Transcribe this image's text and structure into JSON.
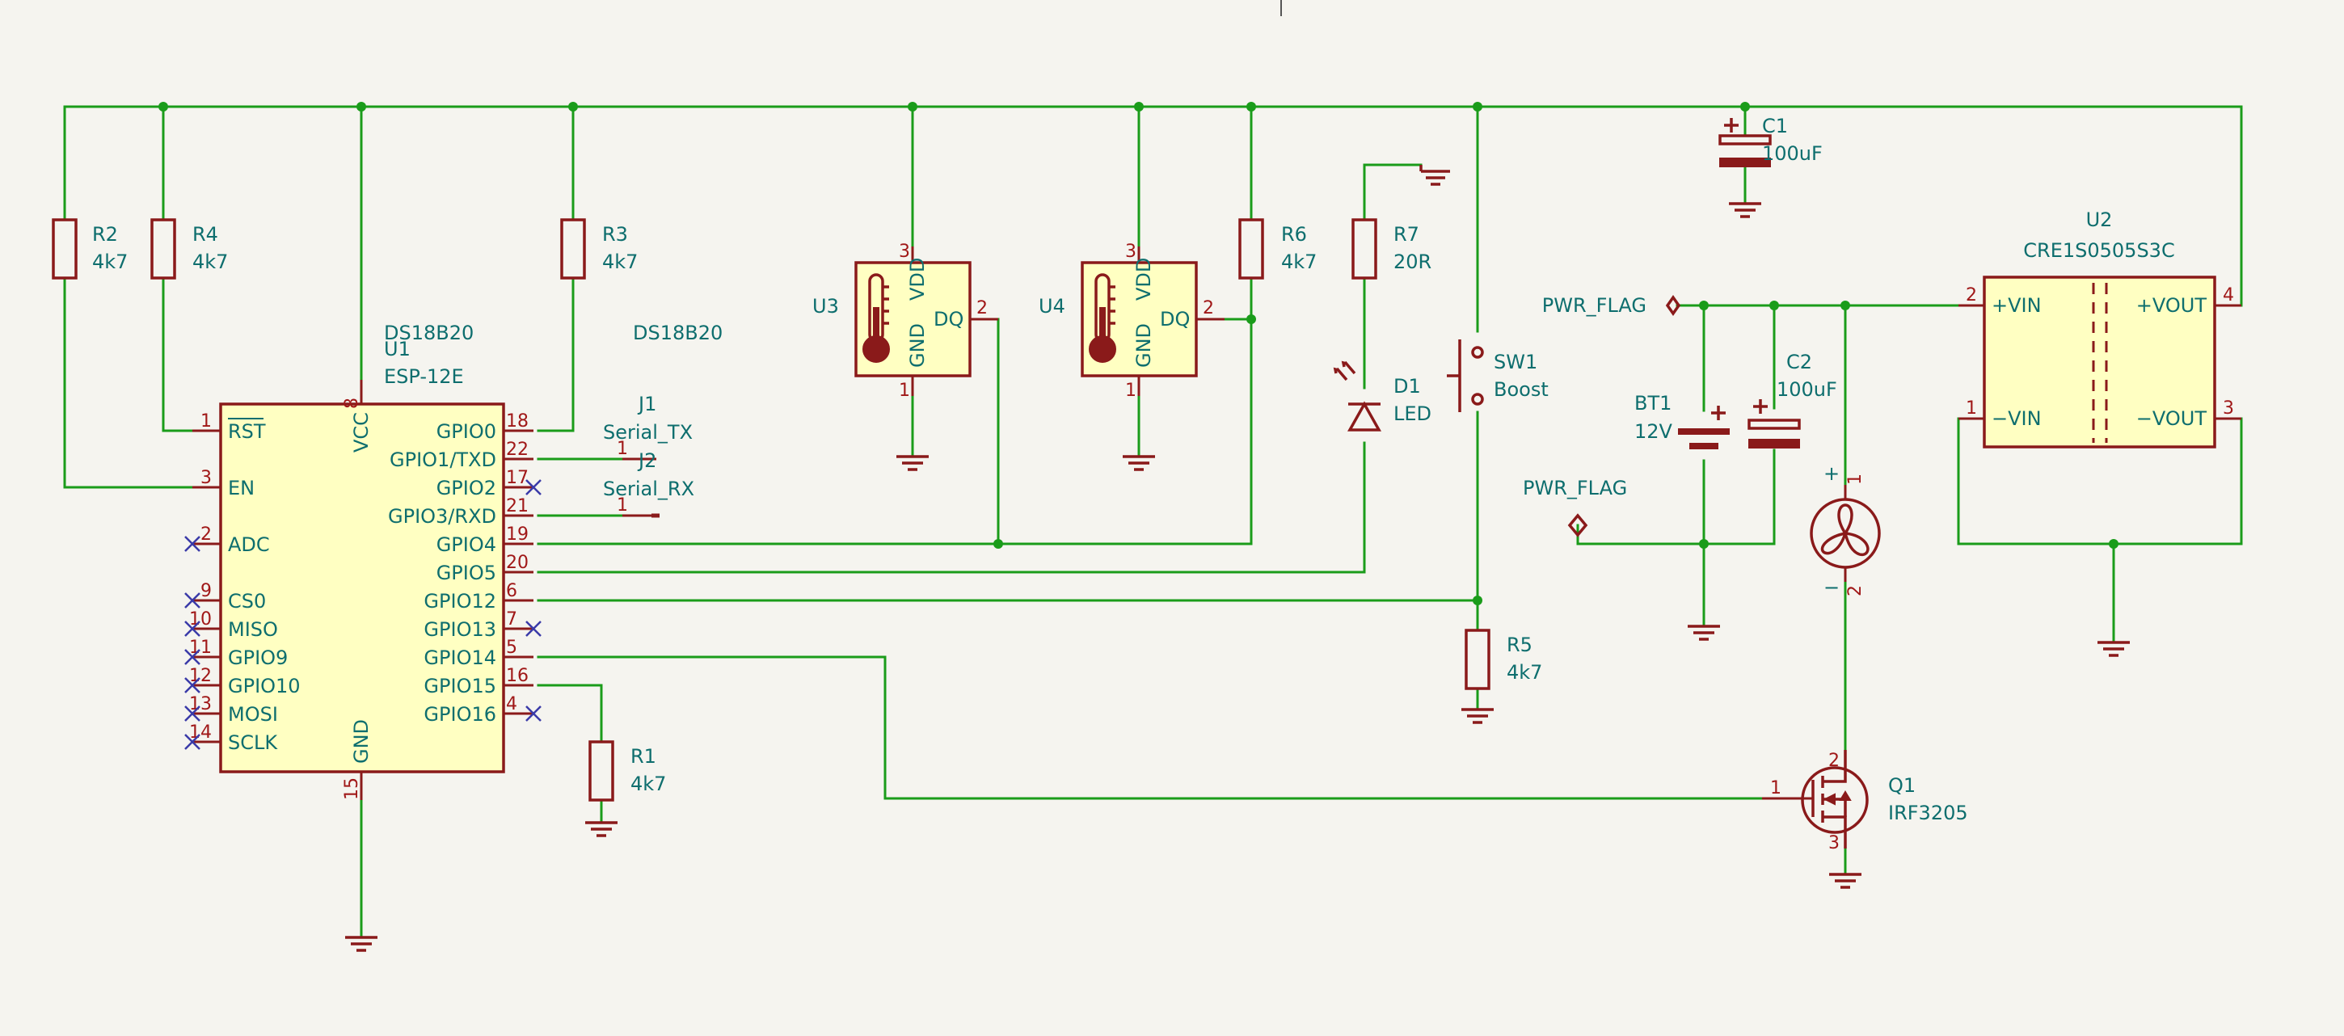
{
  "components": {
    "u1": {
      "ref": "U1",
      "value": "ESP-12E",
      "extra": "DS18B20",
      "left_pins": [
        {
          "num": "1",
          "name": "RST"
        },
        {
          "num": "3",
          "name": "EN"
        },
        {
          "num": "2",
          "name": "ADC"
        },
        {
          "num": "9",
          "name": "CS0"
        },
        {
          "num": "10",
          "name": "MISO"
        },
        {
          "num": "11",
          "name": "GPIO9"
        },
        {
          "num": "12",
          "name": "GPIO10"
        },
        {
          "num": "13",
          "name": "MOSI"
        },
        {
          "num": "14",
          "name": "SCLK"
        }
      ],
      "right_pins": [
        {
          "num": "18",
          "name": "GPIO0"
        },
        {
          "num": "22",
          "name": "GPIO1/TXD"
        },
        {
          "num": "17",
          "name": "GPIO2"
        },
        {
          "num": "21",
          "name": "GPIO3/RXD"
        },
        {
          "num": "19",
          "name": "GPIO4"
        },
        {
          "num": "20",
          "name": "GPIO5"
        },
        {
          "num": "6",
          "name": "GPIO12"
        },
        {
          "num": "7",
          "name": "GPIO13"
        },
        {
          "num": "5",
          "name": "GPIO14"
        },
        {
          "num": "16",
          "name": "GPIO15"
        },
        {
          "num": "4",
          "name": "GPIO16"
        }
      ],
      "vcc": {
        "num": "8",
        "name": "VCC"
      },
      "gnd": {
        "num": "15",
        "name": "GND"
      }
    },
    "u3": {
      "ref": "U3",
      "pin_vdd": "VDD",
      "pin_gnd": "GND",
      "pin_dq": "DQ",
      "n_vdd": "3",
      "n_gnd": "1",
      "n_dq": "2"
    },
    "u4": {
      "ref": "U4",
      "pin_vdd": "VDD",
      "pin_gnd": "GND",
      "pin_dq": "DQ",
      "n_vdd": "3",
      "n_gnd": "1",
      "n_dq": "2"
    },
    "ds_label_2": "DS18B20",
    "r1": {
      "ref": "R1",
      "value": "4k7"
    },
    "r2": {
      "ref": "R2",
      "value": "4k7"
    },
    "r3": {
      "ref": "R3",
      "value": "4k7"
    },
    "r4": {
      "ref": "R4",
      "value": "4k7"
    },
    "r5": {
      "ref": "R5",
      "value": "4k7"
    },
    "r6": {
      "ref": "R6",
      "value": "4k7"
    },
    "r7": {
      "ref": "R7",
      "value": "20R"
    },
    "d1": {
      "ref": "D1",
      "value": "LED"
    },
    "sw1": {
      "ref": "SW1",
      "value": "Boost"
    },
    "c1": {
      "ref": "C1",
      "value": "100uF"
    },
    "c2": {
      "ref": "C2",
      "value": "100uF"
    },
    "bt1": {
      "ref": "BT1",
      "value": "12V"
    },
    "j1": {
      "ref": "J1",
      "value": "Serial_TX",
      "pin": "1"
    },
    "j2": {
      "ref": "J2",
      "value": "Serial_RX",
      "pin": "1"
    },
    "q1": {
      "ref": "Q1",
      "value": "IRF3205",
      "n_g": "1",
      "n_d": "2",
      "n_s": "3"
    },
    "u2": {
      "ref": "U2",
      "value": "CRE1S0505S3C",
      "vin_p": "+VIN",
      "vin_n": "−VIN",
      "vout_p": "+VOUT",
      "vout_n": "−VOUT",
      "n1": "1",
      "n2": "2",
      "n3": "3",
      "n4": "4"
    },
    "fan": {
      "plus": "+",
      "minus": "−",
      "n1": "1",
      "n2": "2"
    },
    "pwr_flag_1": "PWR_FLAG",
    "pwr_flag_2": "PWR_FLAG"
  },
  "colors": {
    "wire": "#1a9c1a",
    "symbol": "#8a1a1a",
    "body": "#ffffc2",
    "text": "#0e6e6e",
    "pin_num": "#a01818",
    "noconnect": "#3a3aa8",
    "background": "#f5f4ef"
  }
}
